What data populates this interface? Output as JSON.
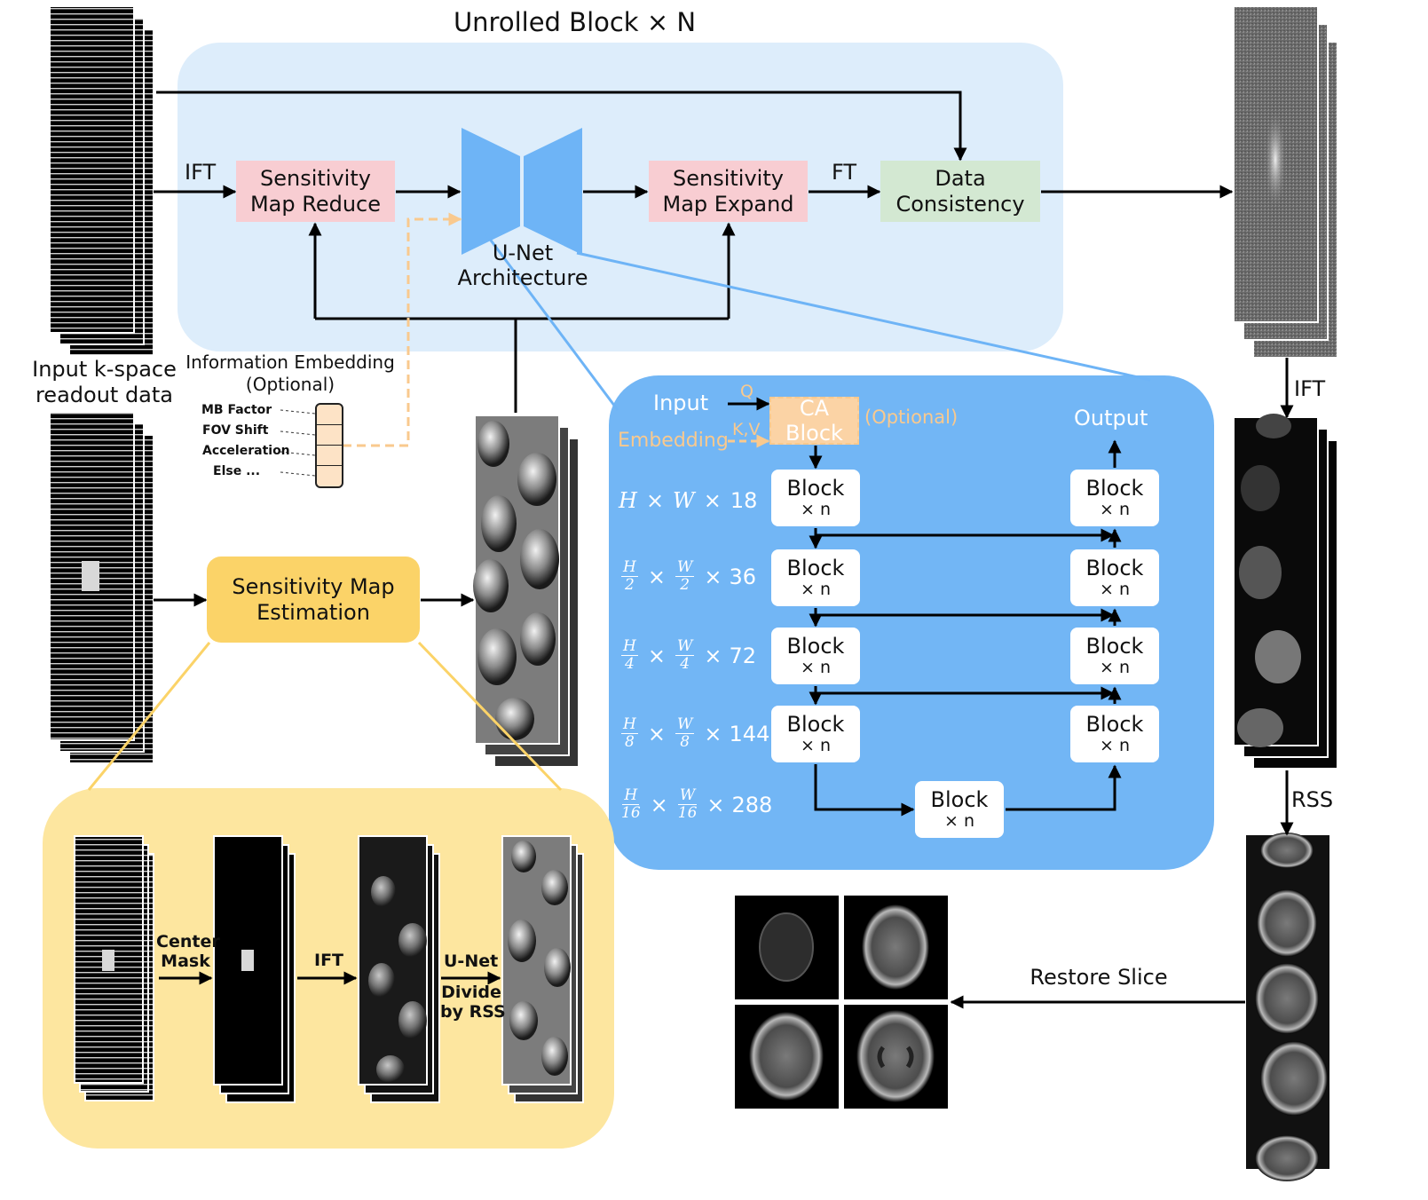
{
  "labels": {
    "title": "Unrolled Block × N",
    "input_caption": [
      "Input k-space",
      "readout data"
    ],
    "ift_top": "IFT",
    "ft_top": "FT",
    "ift_right": "IFT",
    "rss_right": "RSS",
    "restore": "Restore Slice"
  },
  "boxes": {
    "sm_reduce": [
      "Sensitivity",
      "Map Reduce"
    ],
    "sm_expand": [
      "Sensitivity",
      "Map Expand"
    ],
    "data_consistency": [
      "Data",
      "Consistency"
    ],
    "sm_estimation": [
      "Sensitivity Map",
      "Estimation"
    ],
    "unet": [
      "U-Net",
      "Architecture"
    ]
  },
  "embedding": {
    "title": [
      "Information Embedding",
      "(Optional)"
    ],
    "items": [
      "MB Factor",
      "FOV Shift",
      "Acceleration",
      "Else ..."
    ]
  },
  "unet_detail": {
    "input": "Input",
    "embedding": "Embedding",
    "q": "Q",
    "kv": "K,V",
    "ca_block": [
      "CA",
      "Block"
    ],
    "optional": "(Optional)",
    "output": "Output",
    "block_label": "Block",
    "block_sub": "× n",
    "levels": [
      {
        "h": "H",
        "w": "W",
        "ch": "18"
      },
      {
        "h": "H",
        "hd": "2",
        "w": "W",
        "wd": "2",
        "ch": "36"
      },
      {
        "h": "H",
        "hd": "4",
        "w": "W",
        "wd": "4",
        "ch": "72"
      },
      {
        "h": "H",
        "hd": "8",
        "w": "W",
        "wd": "8",
        "ch": "144"
      },
      {
        "h": "H",
        "hd": "16",
        "w": "W",
        "wd": "16",
        "ch": "288"
      }
    ],
    "times": "×"
  },
  "estimation_detail": {
    "center_mask": [
      "Center",
      "Mask"
    ],
    "ift": "IFT",
    "unet": "U-Net",
    "divide": [
      "Divide",
      "by RSS"
    ]
  },
  "colors": {
    "unrolled_bg": "#ddedfb",
    "unet_blue": "#6eb4f6",
    "unet_panel": "#72b6f5",
    "sm_box": "#f8cdd2",
    "dc_box": "#d3e8d2",
    "estimation": "#fbd368",
    "estimation_panel": "#fde69f",
    "ca_block": "#fbd3a5",
    "embedding_line": "#f9c98e"
  }
}
